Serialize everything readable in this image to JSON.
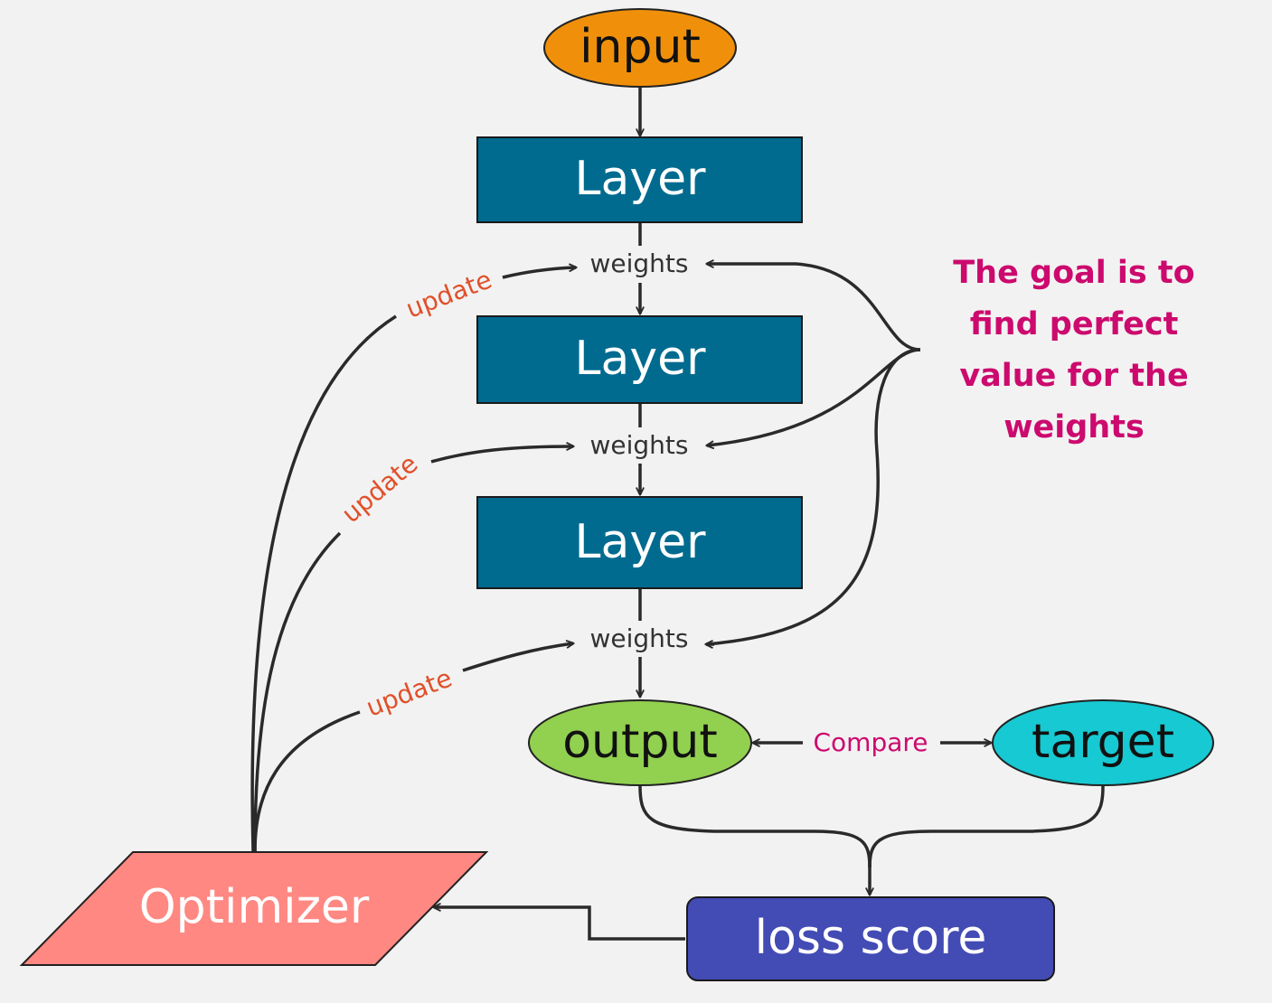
{
  "nodes": {
    "input": "input",
    "layers": [
      "Layer",
      "Layer",
      "Layer"
    ],
    "weights": [
      "weights",
      "weights",
      "weights"
    ],
    "output": "output",
    "target": "target",
    "loss": "loss score",
    "optimizer": "Optimizer"
  },
  "edge_labels": {
    "update": [
      "update",
      "update",
      "update"
    ],
    "compare": "Compare"
  },
  "note": {
    "lines": [
      "The goal is to",
      "find perfect",
      "value for the",
      "weights"
    ]
  },
  "colors": {
    "background": "#f2f2f2",
    "input_fill": "#f0900a",
    "layer_fill": "#006b8f",
    "output_fill": "#92d050",
    "target_fill": "#17c9d2",
    "loss_fill": "#434bb4",
    "optimizer_fill": "#ff8882",
    "update_text": "#e0502a",
    "goal_text": "#cc0a6e"
  }
}
